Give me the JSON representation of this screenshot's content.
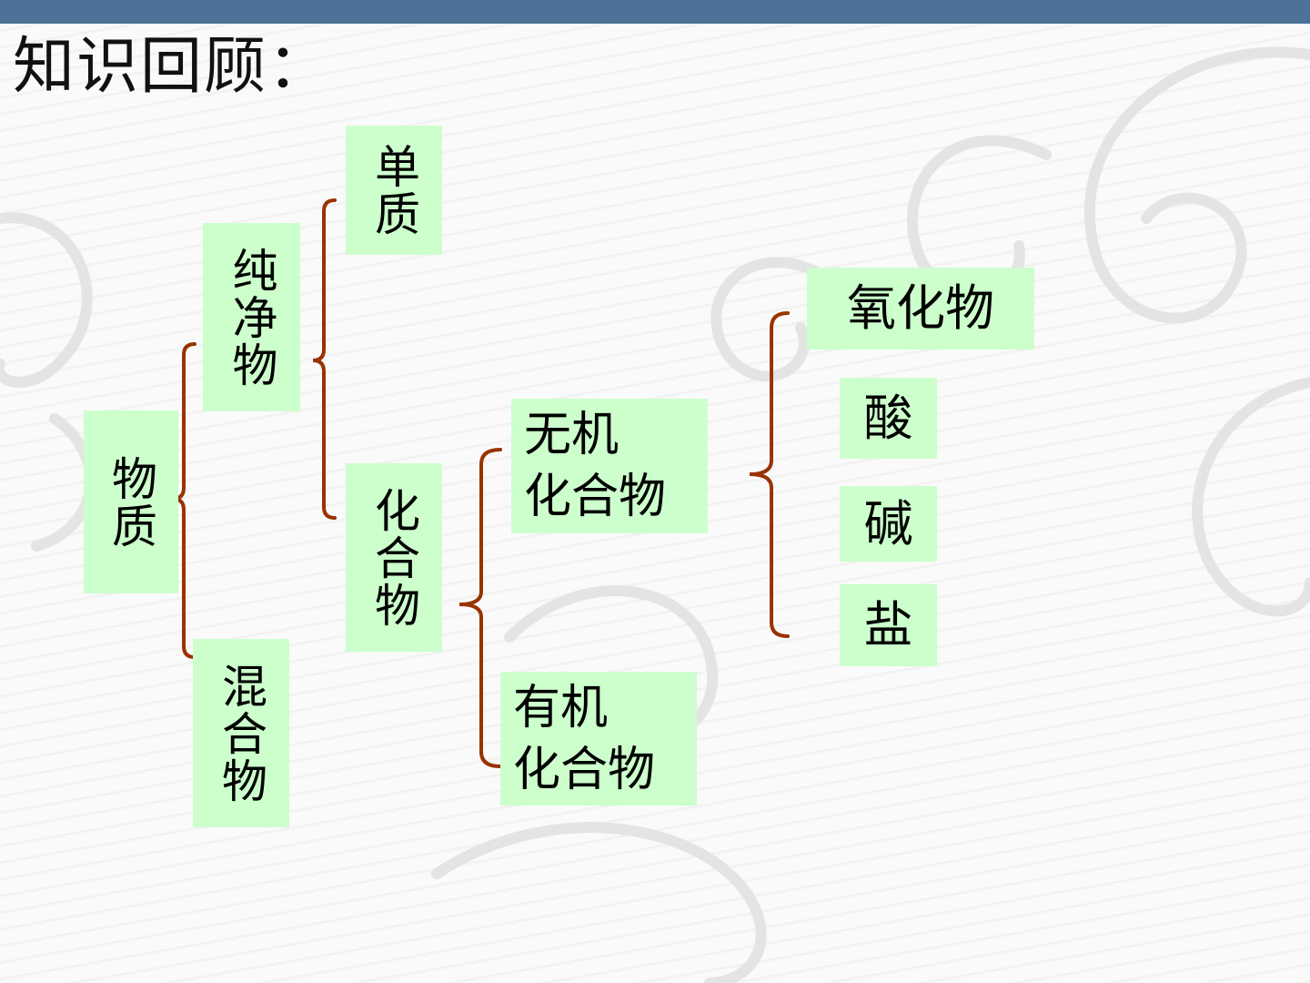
{
  "title": "知识回顾：",
  "colors": {
    "box_fill": "#ccffcc",
    "bracket": "#993300",
    "top_bar": "#4d7197"
  },
  "diagram": {
    "root": "物质",
    "pure": "纯净物",
    "mixture": "混合物",
    "element": "单质",
    "compound": "化合物",
    "inorganic": "无机\n化合物",
    "organic": "有机\n化合物",
    "oxide": "氧化物",
    "acid": "酸",
    "base": "碱",
    "salt": "盐"
  }
}
